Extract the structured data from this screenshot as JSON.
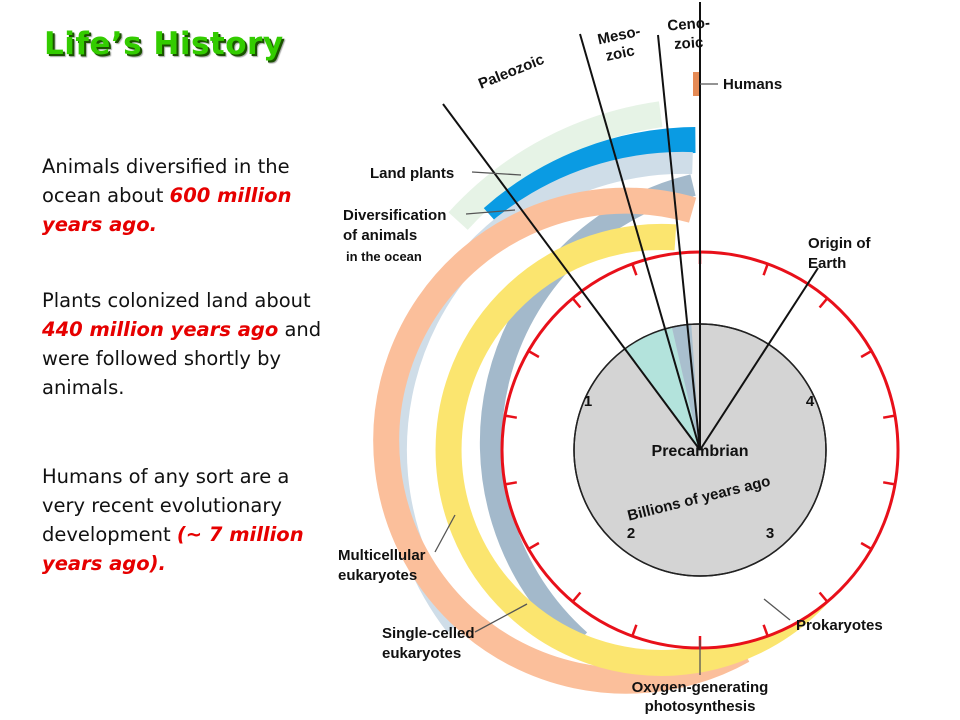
{
  "title": "Life’s History",
  "paragraphs": [
    {
      "id": "p1",
      "segments": [
        {
          "text": "Animals diversified in the ocean about ",
          "highlight": false
        },
        {
          "text": "600 million years ago.",
          "highlight": true
        }
      ]
    },
    {
      "id": "p2",
      "segments": [
        {
          "text": "Plants colonized land about ",
          "highlight": false
        },
        {
          "text": "440 million years ago",
          "highlight": true
        },
        {
          "text": " and were followed shortly by animals.",
          "highlight": false
        }
      ]
    },
    {
      "id": "p3",
      "segments": [
        {
          "text": "Humans of any sort are a very recent evolutionary development ",
          "highlight": false
        },
        {
          "text": "(~ 7 million years ago).",
          "highlight": true
        }
      ]
    }
  ],
  "diagram": {
    "eras": {
      "paleozoic": "Paleozoic",
      "mesozoic_line1": "Meso-",
      "mesozoic_line2": "zoic",
      "cenozoic_line1": "Ceno-",
      "cenozoic_line2": "zoic"
    },
    "events": {
      "humans": "Humans",
      "land_plants": "Land plants",
      "animals_line1": "Diversification",
      "animals_line2": "of animals",
      "animals_line3": "in the ocean",
      "origin_line1": "Origin of",
      "origin_line2": "Earth",
      "multicellular_line1": "Multicellular",
      "multicellular_line2": "eukaryotes",
      "single_celled_line1": "Single-celled",
      "single_celled_line2": "eukaryotes",
      "prokaryotes": "Prokaryotes",
      "oxygen_line1": "Oxygen-generating",
      "oxygen_line2": "photosynthesis"
    },
    "center": {
      "precambrian": "Precambrian",
      "scale_label": "Billions of years ago"
    },
    "billions_ticks": [
      "1",
      "2",
      "3",
      "4"
    ],
    "colors": {
      "title": "#33cc00",
      "highlight_text": "#e60000",
      "land_plants_band": "#e6f3e6",
      "animals_band": "#0a9be3",
      "multicellular_band": "#cfdde8",
      "single_celled_band": "#a3b9cb",
      "oxygen_band": "#fbbf9b",
      "prokaryotes_band": "#fbe56f",
      "timeline_ring": "#e8101a",
      "precambrian_disk": "#d4d4d4",
      "cenozoic_mark": "#e58a55",
      "paleozoic_wedge": "#b3e3dc",
      "mesozoic_wedge": "#a9bfce"
    }
  }
}
